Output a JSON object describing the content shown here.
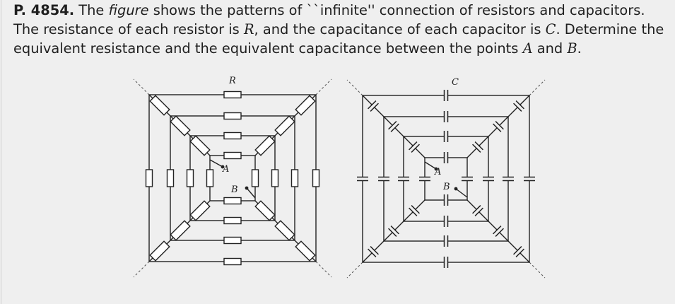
{
  "problem": {
    "number": "P. 4854.",
    "seg1": " The ",
    "figure_word": "figure",
    "seg2": " shows the patterns of ``infinite'' connection of resistors and capacitors. The resistance of each resistor is ",
    "R": "R",
    "seg3": ", and the capacitance of each capacitor is ",
    "C": "C",
    "seg4": ". Determine the equivalent resistance and the equivalent capacitance between the points ",
    "A": "A",
    "seg5": " and ",
    "B": "B",
    "seg6": "."
  },
  "figures": {
    "resistor_label": "R",
    "capacitor_label": "C",
    "point_a": "A",
    "point_b": "B"
  }
}
